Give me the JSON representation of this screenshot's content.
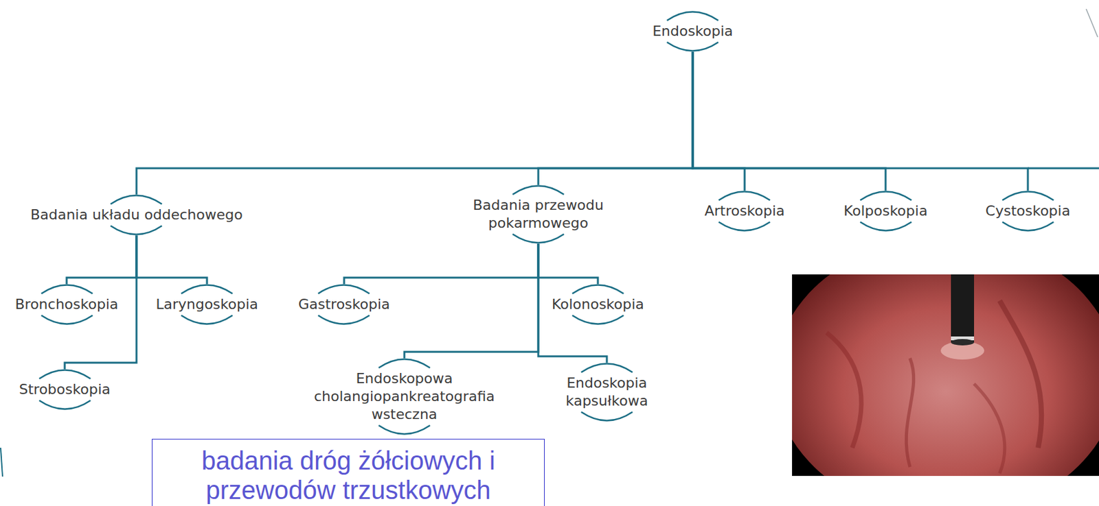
{
  "diagram": {
    "nodes": [
      {
        "text": [
          "Endoskopia"
        ]
      },
      {
        "text": [
          "Badania układu oddechowego"
        ]
      },
      {
        "text": [
          "Badania przewodu pokarmowego"
        ]
      },
      {
        "text": [
          "Artroskopia"
        ]
      },
      {
        "text": [
          "Kolposkopia"
        ]
      },
      {
        "text": [
          "Cystoskopia"
        ]
      },
      {
        "text": [
          "Bronchoskopia"
        ]
      },
      {
        "text": [
          "Laryngoskopia"
        ]
      },
      {
        "text": [
          "Gastroskopia"
        ]
      },
      {
        "text": [
          "Kolonoskopia"
        ]
      },
      {
        "text": [
          "Stroboskopia"
        ]
      },
      {
        "text": [
          "Endoskopowa cholangiopankreatografia wsteczna"
        ]
      },
      {
        "text": [
          "Endoskopia kapsułkowa"
        ]
      },
      {
        "text": [
          "badania dróg żółciowych i przewodów trzustkowych"
        ]
      }
    ],
    "edges": [
      {
        "from": 0,
        "to": 1,
        "arrow": "none"
      },
      {
        "from": 0,
        "to": 2,
        "arrow": "none"
      },
      {
        "from": 0,
        "to": 3,
        "arrow": "none"
      },
      {
        "from": 0,
        "to": 4,
        "arrow": "none"
      },
      {
        "from": 0,
        "to": 5,
        "arrow": "none"
      },
      {
        "from": 1,
        "to": 6,
        "arrow": "none"
      },
      {
        "from": 1,
        "to": 7,
        "arrow": "none"
      },
      {
        "from": 1,
        "to": 10,
        "arrow": "none"
      },
      {
        "from": 2,
        "to": 8,
        "arrow": "none"
      },
      {
        "from": 2,
        "to": 9,
        "arrow": "none"
      },
      {
        "from": 2,
        "to": 11,
        "arrow": "none"
      },
      {
        "from": 2,
        "to": 12,
        "arrow": "none"
      }
    ]
  }
}
